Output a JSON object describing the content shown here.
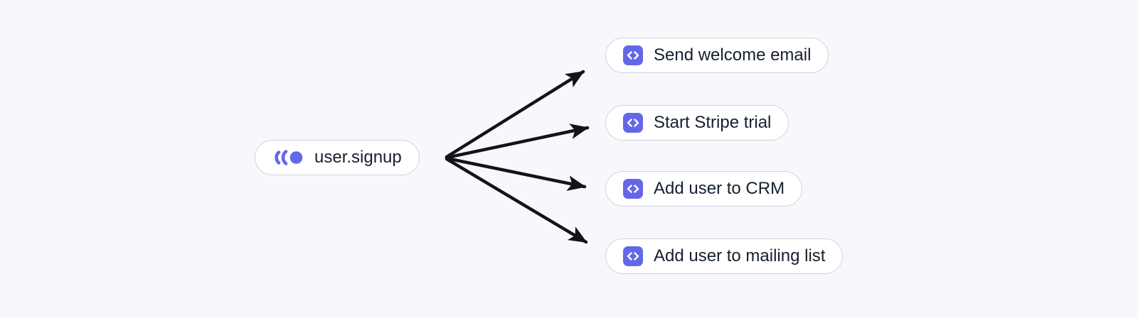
{
  "diagram": {
    "source_node": {
      "label": "user.signup",
      "icon": "event-signal-icon"
    },
    "target_nodes": [
      {
        "label": "Send welcome email",
        "icon": "code-icon"
      },
      {
        "label": "Start Stripe trial",
        "icon": "code-icon"
      },
      {
        "label": "Add user to CRM",
        "icon": "code-icon"
      },
      {
        "label": "Add user to mailing list",
        "icon": "code-icon"
      }
    ],
    "colors": {
      "background": "#f8f8fc",
      "node_bg": "#ffffff",
      "node_border": "#cbd5e1",
      "accent": "#6467e8",
      "arrow": "#111418",
      "text": "#16202e"
    }
  }
}
